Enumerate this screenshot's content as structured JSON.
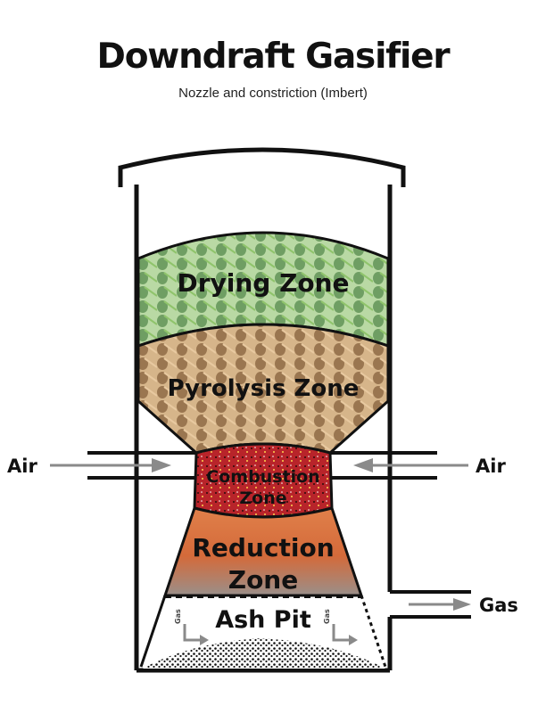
{
  "title": "Downdraft Gasifier",
  "subtitle": "Nozzle and constriction (Imbert)",
  "zones": {
    "drying": "Drying Zone",
    "pyrolysis": "Pyrolysis Zone",
    "combustion_line1": "Combustion",
    "combustion_line2": "Zone",
    "reduction_line1": "Reduction",
    "reduction_line2": "Zone",
    "ash_pit": "Ash Pit"
  },
  "flows": {
    "air_left": "Air",
    "air_right": "Air",
    "gas_out": "Gas",
    "gas_inner_left": "Gas",
    "gas_inner_right": "Gas"
  },
  "colors": {
    "drying": "#7fb069",
    "pyrolysis": "#b08a5c",
    "combustion": "#b8242a",
    "reduction": "#c9693a",
    "arrow": "#8a8a8a",
    "outline": "#111111"
  }
}
